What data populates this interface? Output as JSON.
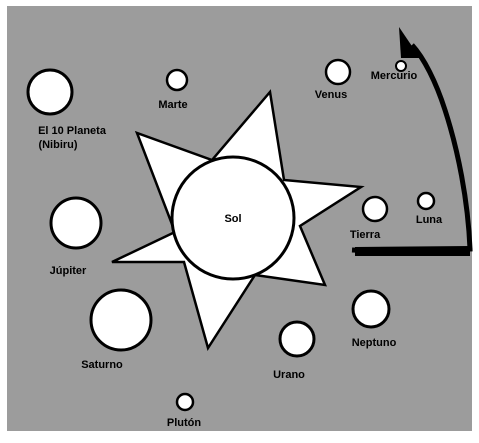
{
  "diagram": {
    "colors": {
      "background": "#9c9c9c",
      "border": "#ffffff",
      "body_fill": "#ffffff",
      "outline": "#000000"
    },
    "sun_label": "Sol",
    "bodies": [
      {
        "id": "nibiru",
        "label_line1": "El 10 Planeta",
        "label_line2": "(Nibiru)"
      },
      {
        "id": "marte",
        "label_line1": "Marte"
      },
      {
        "id": "venus",
        "label_line1": "Venus"
      },
      {
        "id": "mercurio",
        "label_line1": "Mercurio"
      },
      {
        "id": "tierra",
        "label_line1": "Tierra"
      },
      {
        "id": "luna",
        "label_line1": "Luna"
      },
      {
        "id": "jupiter",
        "label_line1": "Júpiter"
      },
      {
        "id": "saturno",
        "label_line1": "Saturno"
      },
      {
        "id": "neptuno",
        "label_line1": "Neptuno"
      },
      {
        "id": "urano",
        "label_line1": "Urano"
      },
      {
        "id": "pluton",
        "label_line1": "Plutón"
      }
    ],
    "arrow_icon": "curved-arrow-icon"
  }
}
